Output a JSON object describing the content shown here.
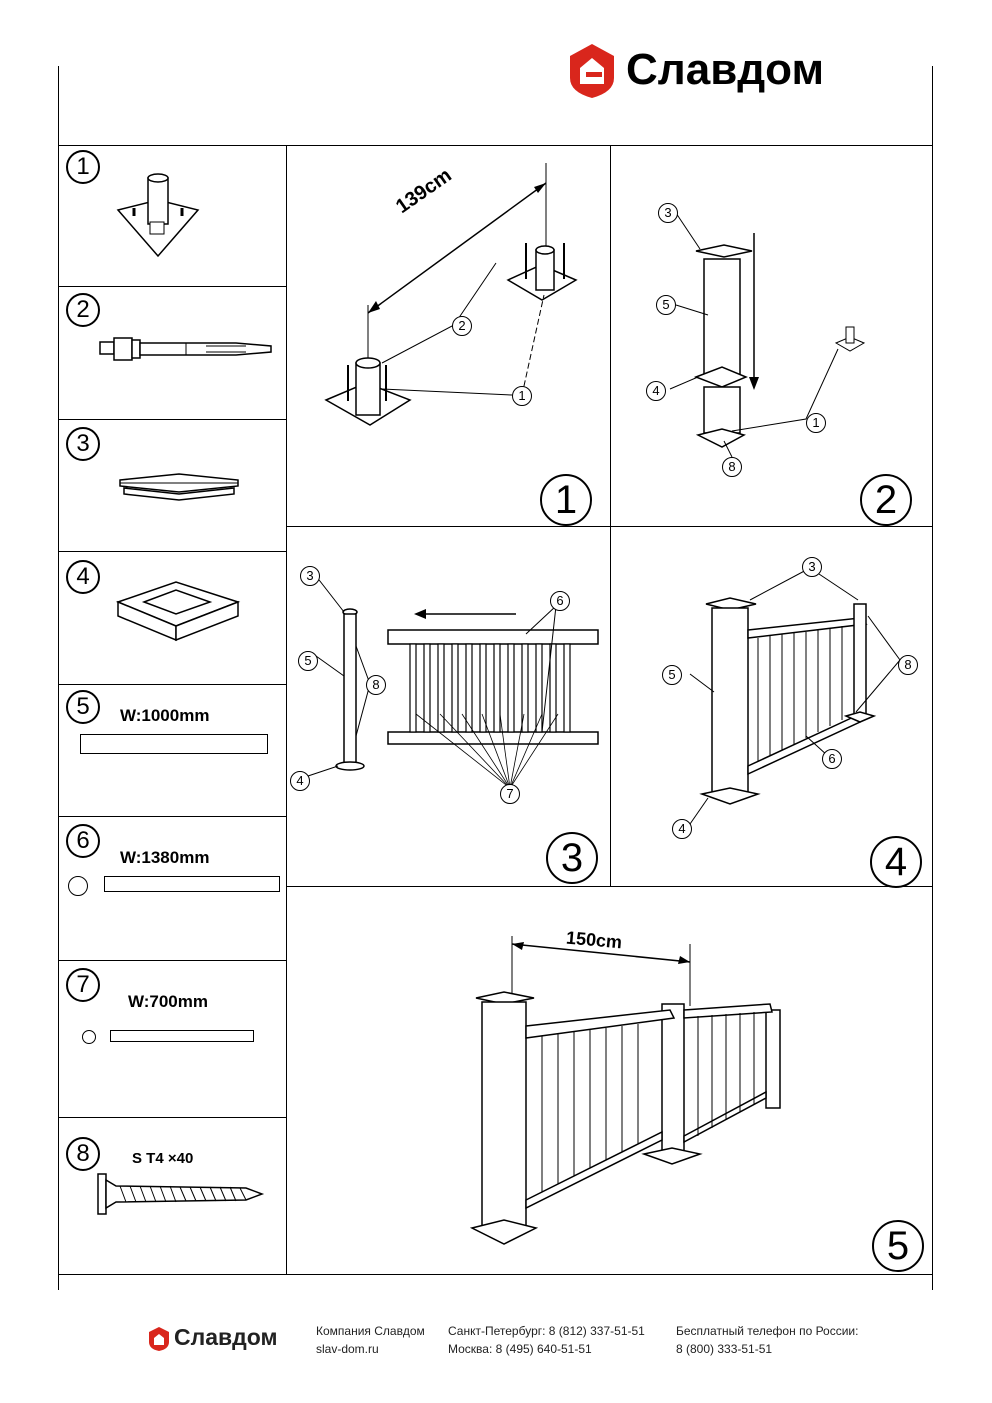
{
  "brand": {
    "name": "Славдом",
    "color": "#d9261c"
  },
  "parts": [
    {
      "num": "1"
    },
    {
      "num": "2"
    },
    {
      "num": "3"
    },
    {
      "num": "4"
    },
    {
      "num": "5",
      "spec": "W:1000mm"
    },
    {
      "num": "6",
      "spec": "W:1380mm"
    },
    {
      "num": "7",
      "spec": "W:700mm"
    },
    {
      "num": "8",
      "spec": "S T4 ×40"
    }
  ],
  "steps": [
    {
      "num": "1",
      "dimension": "139cm",
      "callouts": [
        "2",
        "1"
      ]
    },
    {
      "num": "2",
      "callouts": [
        "3",
        "5",
        "4",
        "1",
        "8"
      ]
    },
    {
      "num": "3",
      "callouts": [
        "3",
        "5",
        "8",
        "4",
        "6",
        "7"
      ]
    },
    {
      "num": "4",
      "callouts": [
        "3",
        "8",
        "5",
        "6",
        "4"
      ]
    },
    {
      "num": "5",
      "dimension": "150cm"
    }
  ],
  "footer": {
    "company": "Компания Славдом",
    "site": "slav-dom.ru",
    "spb": "Санкт-Петербург: 8 (812) 337-51-51",
    "msk": "Москва: 8 (495) 640-51-51",
    "free_label": "Бесплатный телефон по России:",
    "free_phone": "8 (800) 333-51-51"
  }
}
